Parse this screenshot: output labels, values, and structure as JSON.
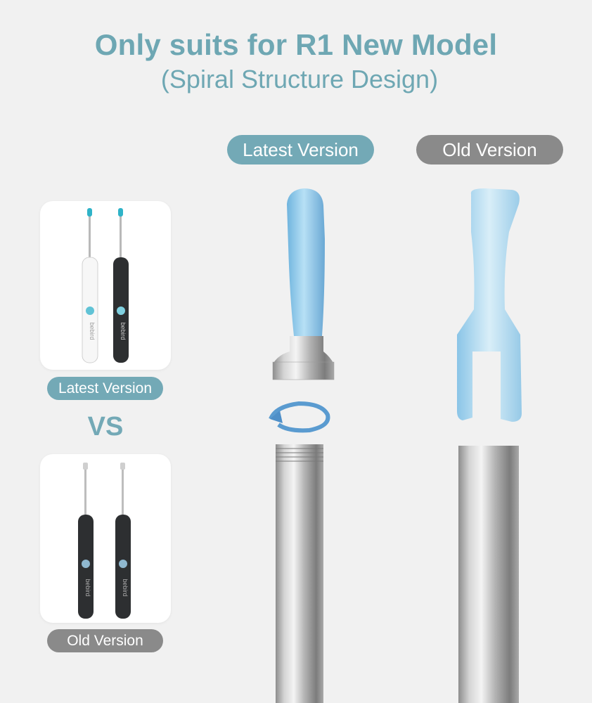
{
  "header": {
    "title": "Only suits for R1 New Model",
    "subtitle": "(Spiral Structure Design)"
  },
  "labels": {
    "latest_version": "Latest Version",
    "old_version": "Old Version",
    "vs": "VS"
  },
  "products": {
    "brand": "bebird"
  },
  "icons": {
    "rotation": "rotate-arrow-icon"
  },
  "colors": {
    "accent_teal": "#73a9b6",
    "gray": "#8a8a8a",
    "tip_blue": "#8ec6e6",
    "background": "#f1f1f1"
  }
}
